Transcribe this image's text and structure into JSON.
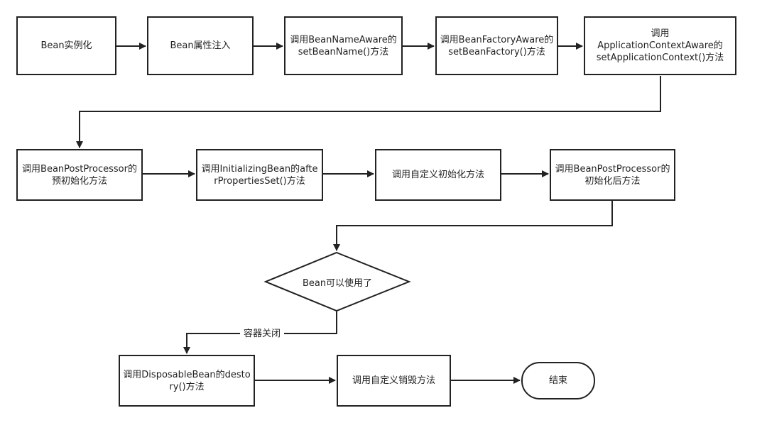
{
  "diagram": {
    "colors": {
      "stroke": "#222222",
      "fill": "#ffffff",
      "text": "#222222"
    },
    "nodes": {
      "n1": {
        "label": "Bean实例化"
      },
      "n2": {
        "label": "Bean属性注入"
      },
      "n3": {
        "label": "调用BeanNameAware的setBeanName()方法"
      },
      "n4": {
        "label": "调用BeanFactoryAware的setBeanFactory()方法"
      },
      "n5": {
        "label_line1": "调用",
        "label_line2": "ApplicationContextAware的",
        "label_line3": "setApplicationContext()方法"
      },
      "n6": {
        "label": "调用BeanPostProcessor的预初始化方法"
      },
      "n7": {
        "label": "调用InitializingBean的afterPropertiesSet()方法"
      },
      "n8": {
        "label": "调用自定义初始化方法"
      },
      "n9": {
        "label": "调用BeanPostProcessor的初始化后方法"
      },
      "decision": {
        "label": "Bean可以使用了"
      },
      "n10": {
        "label": "调用DisposableBean的destory()方法"
      },
      "n11": {
        "label": "调用自定义销毁方法"
      },
      "end": {
        "label": "结束"
      }
    },
    "edge_labels": {
      "container_close": "容器关闭"
    }
  }
}
